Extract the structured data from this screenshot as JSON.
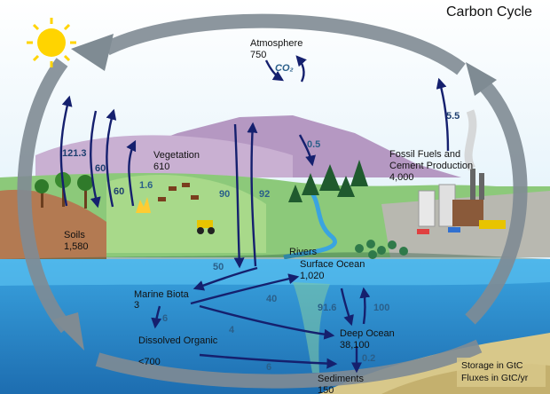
{
  "title": "Carbon Cycle",
  "legend": {
    "storage": "Storage in GtC",
    "fluxes": "Fluxes in GtC/yr"
  },
  "reservoirs": {
    "atmosphere": {
      "name": "Atmosphere",
      "value": "750",
      "co2": "CO₂"
    },
    "vegetation": {
      "name": "Vegetation",
      "value": "610"
    },
    "soils": {
      "name": "Soils",
      "value": "1,580"
    },
    "fossil": {
      "name_line1": "Fossil Fuels and",
      "name_line2": "Cement Production",
      "value": "4,000"
    },
    "rivers": {
      "name": "Rivers"
    },
    "surface_ocean": {
      "name": "Surface Ocean",
      "value": "1,020"
    },
    "marine_biota": {
      "name": "Marine Biota",
      "value": "3"
    },
    "dissolved_organic": {
      "name": "Dissolved Organic",
      "value": "<700"
    },
    "deep_ocean": {
      "name": "Deep Ocean",
      "value": "38,100"
    },
    "sediments": {
      "name": "Sediments",
      "value": "150"
    }
  },
  "fluxes": {
    "f121": "121.3",
    "f60a": "60",
    "f60b": "60",
    "f16": "1.6",
    "f90": "90",
    "f92": "92",
    "f05": "0.5",
    "f55": "5.5",
    "f50": "50",
    "f40": "40",
    "f6a": "6",
    "f4": "4",
    "f916": "91.6",
    "f100": "100",
    "f02": "0.2",
    "f6b": "6"
  },
  "colors": {
    "cycle_arrow": "#7f8b93",
    "flux_arrow": "#15206e",
    "ocean": "#2f8fd0",
    "deep_ocean": "#1e6db0",
    "land": "#7cc06a",
    "mountain": "#b598c2"
  }
}
